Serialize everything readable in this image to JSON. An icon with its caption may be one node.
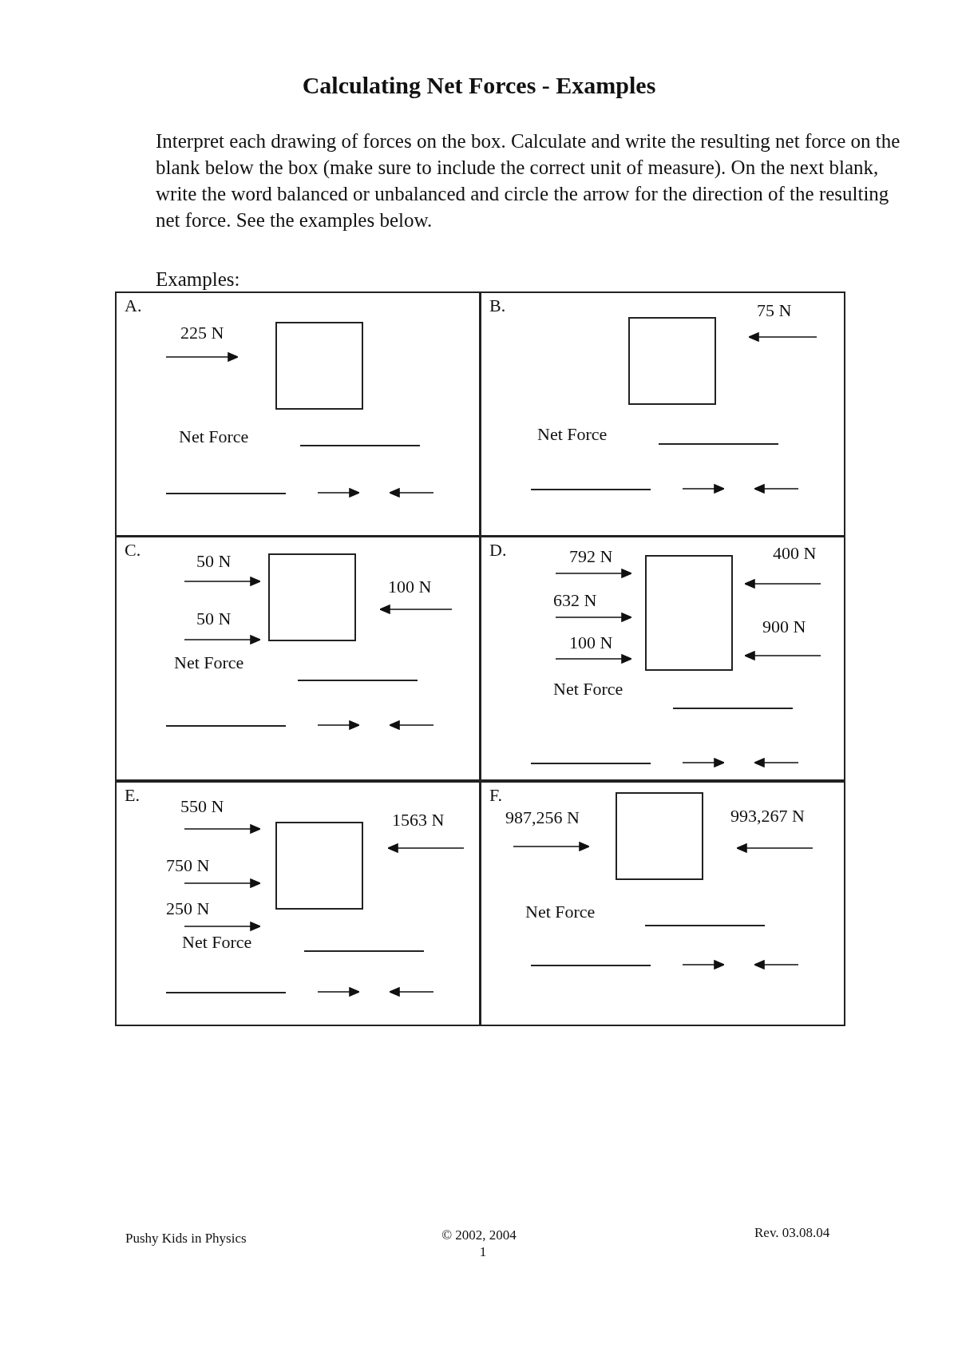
{
  "diagram": {
    "title": "Calculating Net Forces - Examples",
    "nodes": [
      {
        "text": [
          "A.",
          "225 N",
          "Net Force"
        ]
      },
      {
        "text": [],
        "shape": "box",
        "in": 0
      },
      {
        "text": [
          "B.",
          "75 N",
          "Net Force"
        ]
      },
      {
        "text": [],
        "shape": "box",
        "in": 2
      },
      {
        "text": [
          "C.",
          "50 N",
          "50 N",
          "100 N",
          "Net Force"
        ]
      },
      {
        "text": [],
        "shape": "box",
        "in": 4
      },
      {
        "text": [
          "D.",
          "792 N",
          "632 N",
          "100 N",
          "400 N",
          "900 N",
          "Net Force"
        ]
      },
      {
        "text": [],
        "shape": "box",
        "in": 6
      },
      {
        "text": [
          "E.",
          "550 N",
          "750 N",
          "250 N",
          "1563 N",
          "Net Force"
        ]
      },
      {
        "text": [],
        "shape": "box",
        "in": 8
      },
      {
        "text": [
          "F.",
          "987,256 N",
          "993,267 N",
          "Net Force"
        ]
      },
      {
        "text": [],
        "shape": "box",
        "in": 10
      }
    ],
    "edges": [],
    "labels": [
      "Interpret each drawing of forces on the box. Calculate and write the resulting net force on the blank below the box (make sure to include the correct unit of measure). On the next blank, write the word balanced or unbalanced and circle the arrow for the direction of the resulting net force. See the examples below.",
      "Examples:",
      "Pushy Kids in Physics",
      "© 2002, 2004",
      "1",
      "Rev. 03.08.04"
    ]
  }
}
